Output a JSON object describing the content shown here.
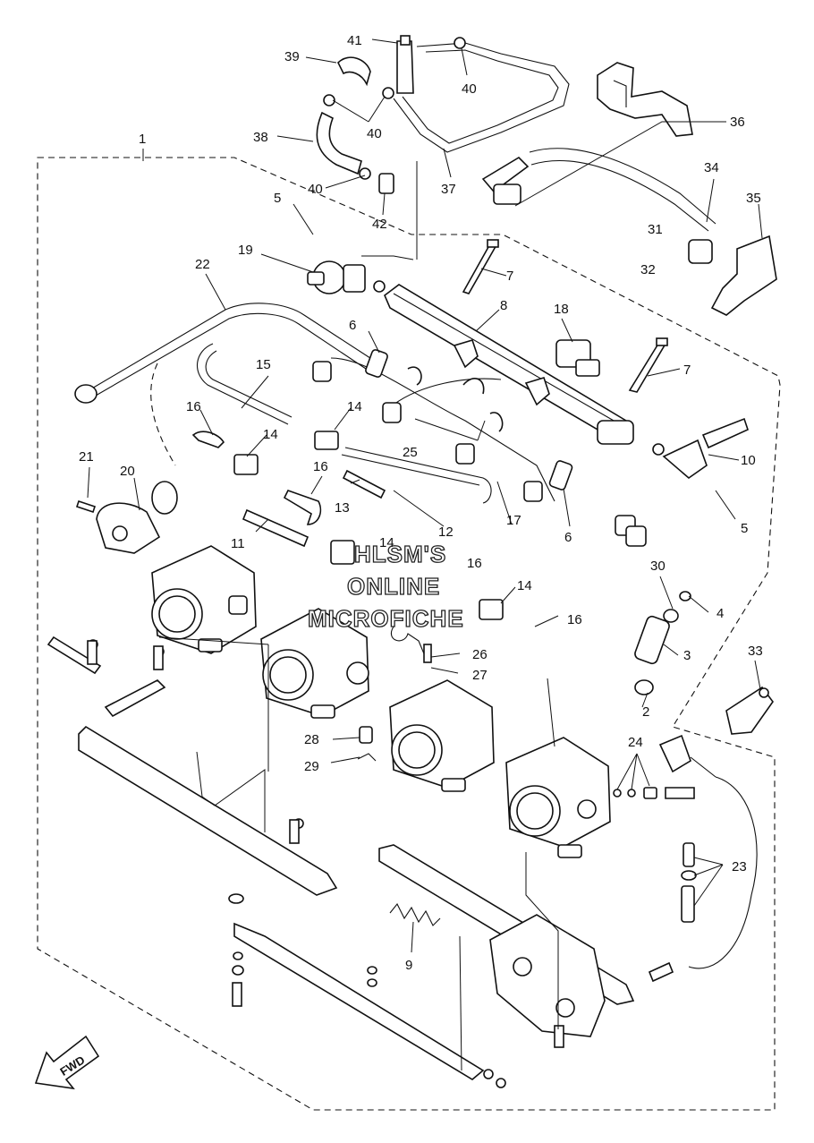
{
  "watermark": {
    "line1": "HLSM'S",
    "line2": "ONLINE",
    "line3": "MICROFICHE"
  },
  "direction_label": "FWD",
  "callouts": {
    "c1": "1",
    "c2": "2",
    "c3": "3",
    "c4": "4",
    "c5a": "5",
    "c5b": "5",
    "c6a": "6",
    "c6b": "6",
    "c7a": "7",
    "c7b": "7",
    "c8": "8",
    "c9": "9",
    "c10": "10",
    "c11": "11",
    "c12": "12",
    "c13": "13",
    "c14a": "14",
    "c14b": "14",
    "c14c": "14",
    "c14d": "14",
    "c15": "15",
    "c16a": "16",
    "c16b": "16",
    "c16c": "16",
    "c16d": "16",
    "c17": "17",
    "c18": "18",
    "c19": "19",
    "c20": "20",
    "c21": "21",
    "c22": "22",
    "c23": "23",
    "c24": "24",
    "c25": "25",
    "c26": "26",
    "c27": "27",
    "c28": "28",
    "c29": "29",
    "c30": "30",
    "c31": "31",
    "c32": "32",
    "c33": "33",
    "c34": "34",
    "c35": "35",
    "c36": "36",
    "c37": "37",
    "c38": "38",
    "c39": "39",
    "c40a": "40",
    "c40b": "40",
    "c40c": "40",
    "c41": "41",
    "c42": "42"
  }
}
